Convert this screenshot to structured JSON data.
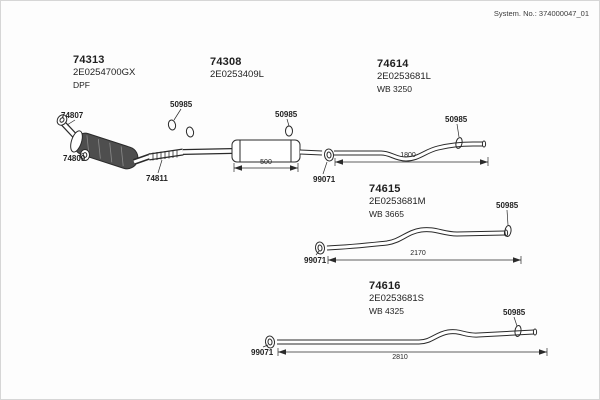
{
  "header": {
    "system_no": "System. No.: 374000047_01"
  },
  "assemblies": {
    "a74313": {
      "number": "74313",
      "code": "2E0254700GX",
      "note": "DPF"
    },
    "a74308": {
      "number": "74308",
      "code": "2E0253409L"
    },
    "a74614": {
      "number": "74614",
      "code": "2E0253681L",
      "note": "WB 3250"
    },
    "a74615": {
      "number": "74615",
      "code": "2E0253681M",
      "note": "WB 3665"
    },
    "a74616": {
      "number": "74616",
      "code": "2E0253681S",
      "note": "WB 4325"
    }
  },
  "small_parts": {
    "p74807": "74807",
    "p74809": "74809",
    "p74811": "74811",
    "clamp": "50985",
    "gasket": "99071"
  },
  "dimensions": {
    "muffler": "500",
    "pipe74614": "1800",
    "pipe74615": "2170",
    "pipe74616": "2810"
  }
}
